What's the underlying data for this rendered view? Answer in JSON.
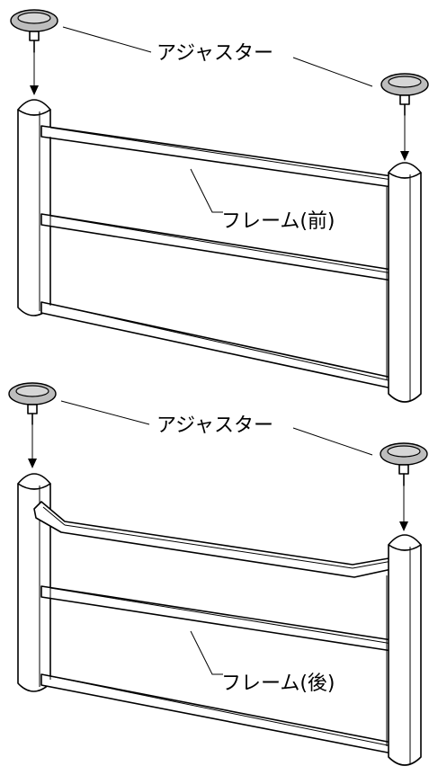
{
  "figure_top": {
    "adjuster_label": "アジャスター",
    "frame_label": "フレーム(前)"
  },
  "figure_bottom": {
    "adjuster_label": "アジャスター",
    "frame_label": "フレーム(後)"
  }
}
